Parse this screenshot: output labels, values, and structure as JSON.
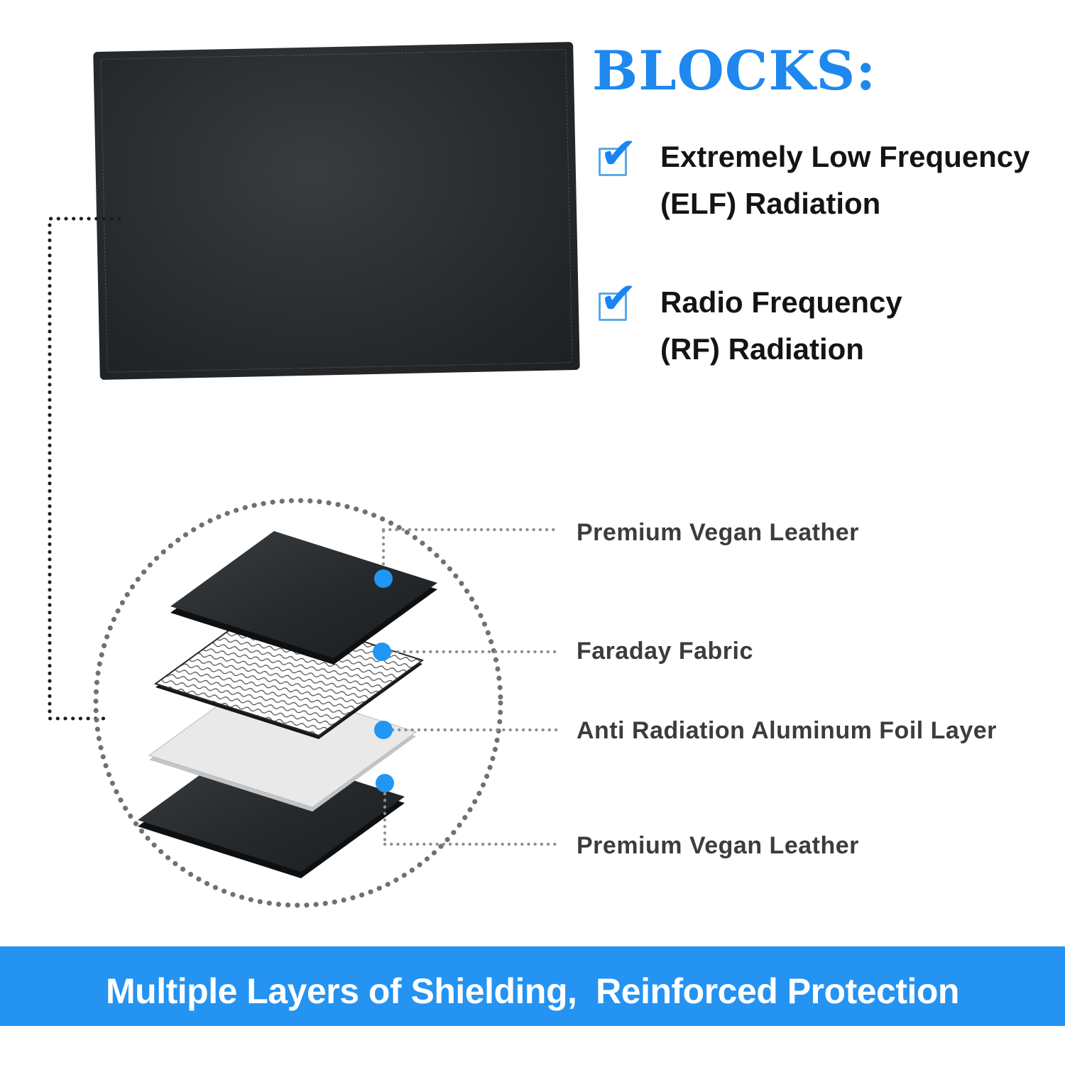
{
  "title": {
    "text": "BLOCKS:"
  },
  "colors": {
    "accent_blue": "#1E88EE",
    "banner_blue": "#2493F2",
    "check_blue": "#1B84F2",
    "checkbox_border_blue": "#5BA9E9",
    "leader_dot_blue": "#2196F3",
    "label_gray": "#3C3C3C",
    "mat_black": "#26292C",
    "foil_gray": "#E9E9E9"
  },
  "icons": {
    "check_glyph": "✔"
  },
  "blocks": {
    "items": [
      {
        "checked": true,
        "line1": "Extremely Low Frequency",
        "line2": "(ELF) Radiation"
      },
      {
        "checked": true,
        "line1": "Radio Frequency",
        "line2": "(RF) Radiation"
      }
    ]
  },
  "diagram": {
    "layer_labels": [
      "Premium Vegan Leather",
      "Faraday Fabric",
      "Anti Radiation Aluminum Foil Layer",
      "Premium Vegan Leather"
    ]
  },
  "banner": {
    "text": "Multiple Layers of Shielding,  Reinforced Protection"
  }
}
